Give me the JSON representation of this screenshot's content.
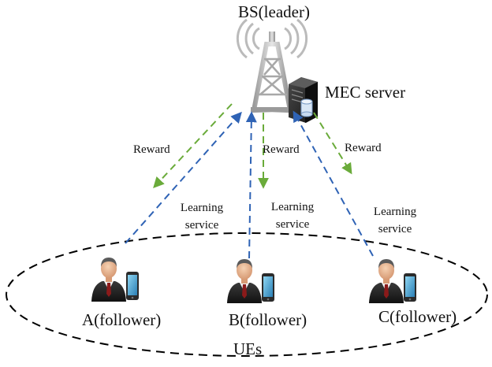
{
  "title": "BS(leader)",
  "server_label": "MEC server",
  "ues_label": "UEs",
  "followers": [
    {
      "label": "A(follower)"
    },
    {
      "label": "B(follower)"
    },
    {
      "label": "C(follower)"
    }
  ],
  "links": [
    {
      "reward_label": "Reward",
      "service_label_line1": "Learning",
      "service_label_line2": "service"
    },
    {
      "reward_label": "Reward",
      "service_label_line1": "Learning",
      "service_label_line2": "service"
    },
    {
      "reward_label": "Reward",
      "service_label_line1": "Learning",
      "service_label_line2": "service"
    }
  ],
  "colors": {
    "reward_arrow": "#6aab3a",
    "service_arrow": "#2f63b5",
    "ellipse": "#000000"
  },
  "icons": {
    "base_station": "antenna-tower-icon",
    "server": "server-icon",
    "user": "businessman-icon",
    "phone": "smartphone-icon"
  }
}
